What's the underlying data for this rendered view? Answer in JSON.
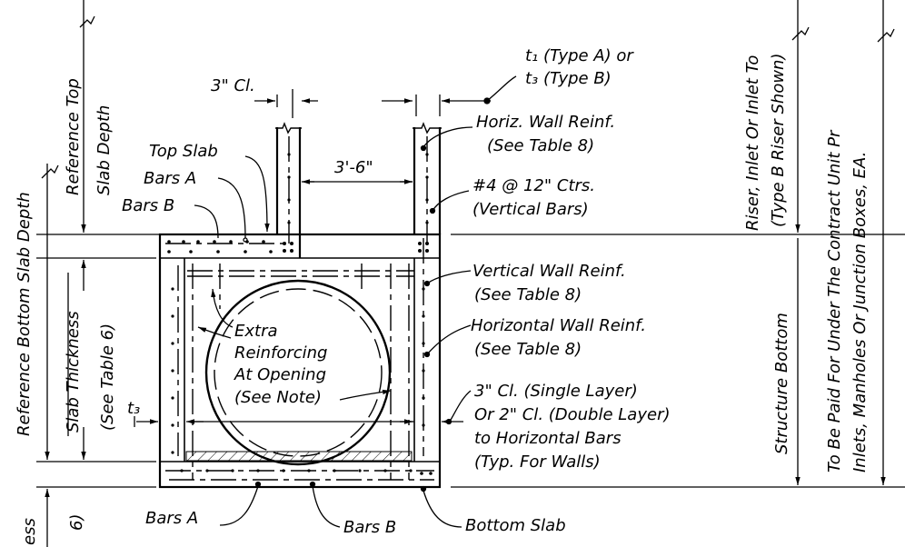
{
  "labels": {
    "clear_3in": "3\" Cl.",
    "t1_line1": "t₁ (Type A) or",
    "t3_line1": "t₃ (Type B)",
    "top_slab": "Top Slab",
    "bars_a_top": "Bars A",
    "bars_b_top": "Bars B",
    "dim_3_6": "3'-6\"",
    "horiz_wall_reinf_1": "Horiz. Wall Reinf.",
    "horiz_wall_reinf_2": "(See Table 8)",
    "bars_4_1": "#4  @ 12\" Ctrs.",
    "bars_4_2": "(Vertical Bars)",
    "vert_wall_reinf_1": "Vertical Wall Reinf.",
    "vert_wall_reinf_2": "(See Table 8)",
    "horizontal_wall_reinf_1": "Horizontal Wall Reinf.",
    "horizontal_wall_reinf_2": "(See Table 8)",
    "extra_1": "Extra",
    "extra_2": "Reinforcing",
    "extra_3": "At Opening",
    "extra_4": "(See Note)",
    "clear_note_1": "3\" Cl. (Single Layer)",
    "clear_note_2": "Or 2\" Cl. (Double Layer)",
    "clear_note_3": "to Horizontal Bars",
    "clear_note_4": "(Typ. For Walls)",
    "t3": "t₃",
    "bars_a_bottom": "Bars A",
    "bars_b_bottom": "Bars B",
    "bottom_slab": "Bottom  Slab",
    "ref_bottom_slab_depth": "Reference Bottom  Slab Depth",
    "ref_top_slab_depth_1": "Reference Top",
    "ref_top_slab_depth_2": "Slab Depth",
    "slab_thickness_1": "Slab Thickness",
    "slab_thickness_2": "(See Table 6)",
    "bottom_left_1": "ess",
    "bottom_left_2": "6)",
    "structure_bottom": "Structure Bottom",
    "riser_1": "Riser, Inlet Or Inlet To",
    "riser_2": "(Type B Riser Shown)",
    "paid_1": "To Be Paid For Under The Contract Unit Pr",
    "paid_2": "Inlets, Manholes Or Junction Boxes, EA."
  }
}
